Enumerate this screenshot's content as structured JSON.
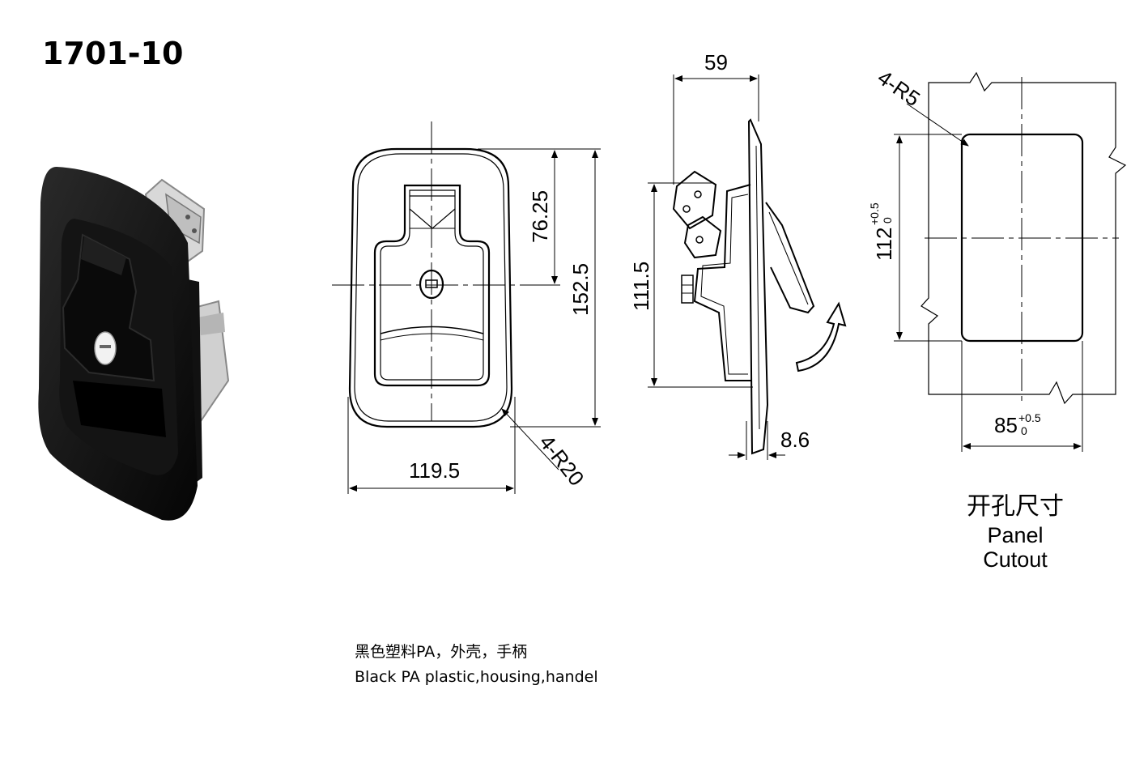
{
  "title": "1701-10",
  "front_view": {
    "height_upper": "76.25",
    "height_total": "152.5",
    "width": "119.5",
    "corner_radius": "4-R20"
  },
  "side_view": {
    "depth": "59",
    "body_height": "111.5",
    "flange": "8.6"
  },
  "cutout": {
    "corner_radius": "4-R5",
    "height": "112",
    "height_tol_upper": "+0.5",
    "height_tol_lower": "0",
    "width": "85",
    "width_tol_upper": "+0.5",
    "width_tol_lower": "0",
    "caption_zh": "开孔尺寸",
    "caption_en": "Panel Cutout"
  },
  "material": {
    "zh": "黑色塑料PA，外壳，手柄",
    "en": "Black PA plastic,housing,handel"
  }
}
